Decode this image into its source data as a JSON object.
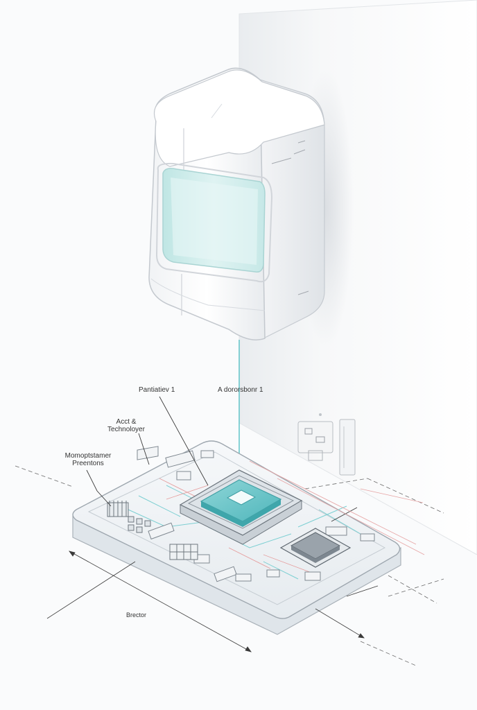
{
  "labels": {
    "top_left": "Pantiatiev 1",
    "top_right": "A dororsbonr 1",
    "middle_line1": "Acct &",
    "middle_line2": "Technoloyer",
    "lower_line1": "Momoptstamer",
    "lower_line2": "Preentons",
    "bottom": "Brector"
  },
  "colors": {
    "accent": "#5fc4c8",
    "device_body": "#ffffff",
    "window_tint": "#d4efee",
    "line": "#3a3a3a"
  }
}
